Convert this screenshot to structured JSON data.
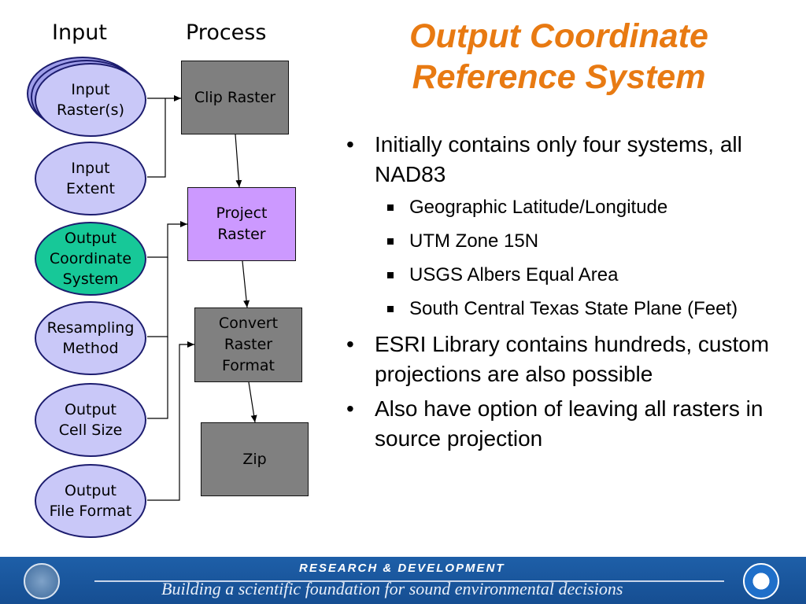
{
  "headers": {
    "input": "Input",
    "process": "Process"
  },
  "title": {
    "line1": "Output Coordinate",
    "line2": "Reference System"
  },
  "inputs": [
    {
      "label_lines": [
        "Input",
        "Raster(s)"
      ]
    },
    {
      "label_lines": [
        "Input",
        "Extent"
      ]
    },
    {
      "label_lines": [
        "Output",
        "Coordinate",
        "System"
      ]
    },
    {
      "label_lines": [
        "Resampling",
        "Method"
      ]
    },
    {
      "label_lines": [
        "Output",
        "Cell Size"
      ]
    },
    {
      "label_lines": [
        "Output",
        "File Format"
      ]
    }
  ],
  "processes": [
    {
      "label_lines": [
        "Clip Raster"
      ]
    },
    {
      "label_lines": [
        "Project",
        "Raster"
      ]
    },
    {
      "label_lines": [
        "Convert",
        "Raster",
        "Format"
      ]
    },
    {
      "label_lines": [
        "Zip"
      ]
    }
  ],
  "bullets": [
    {
      "text": "Initially contains only four systems, all NAD83",
      "sub": [
        "Geographic Latitude/Longitude",
        "UTM Zone 15N",
        "USGS Albers Equal Area",
        "South Central Texas State Plane (Feet)"
      ]
    },
    {
      "text": "ESRI Library contains hundreds, custom projections are also possible",
      "sub": []
    },
    {
      "text": "Also have option of leaving all rasters in source projection",
      "sub": []
    }
  ],
  "footer": {
    "heading": "RESEARCH & DEVELOPMENT",
    "tagline": "Building a scientific foundation for sound environmental decisions"
  },
  "colors": {
    "title": "#e87a12",
    "ellipse": "#c9c8f8",
    "ellipse_highlight": "#17c898",
    "process_gray": "#7f7f7f",
    "process_purple": "#cc99ff"
  },
  "icons": [
    "epa-seal-icon",
    "noaa-logo-icon"
  ]
}
